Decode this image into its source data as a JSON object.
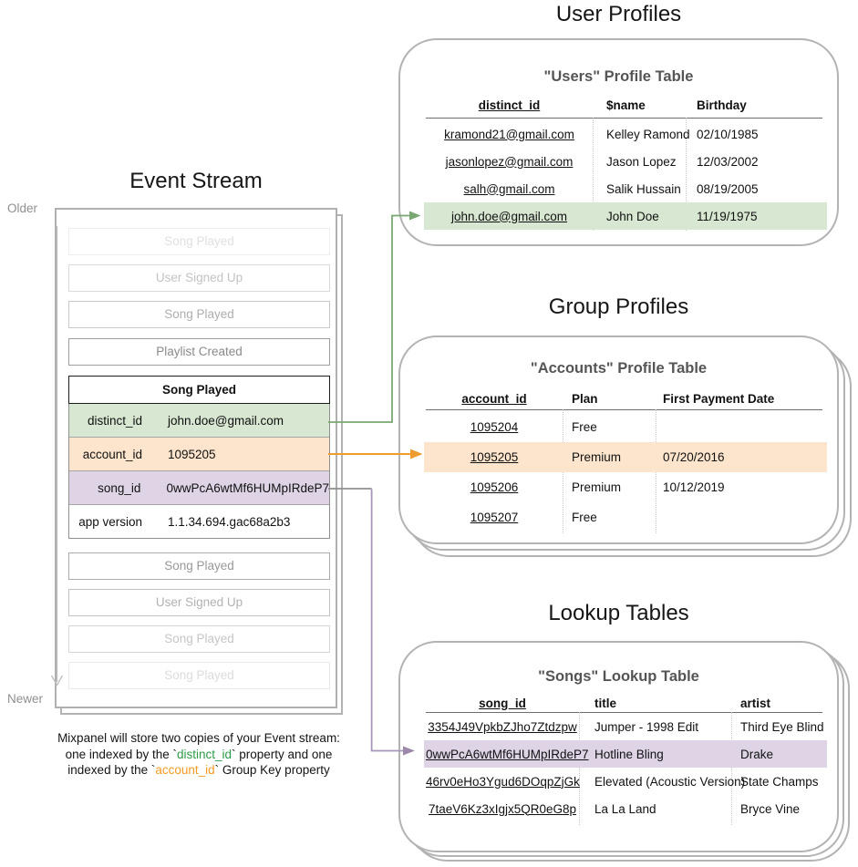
{
  "palette": {
    "green_highlight": "#d7e7d1",
    "orange_highlight": "#fce5cc",
    "purple_highlight": "#ded4e6",
    "green_arrow": "#79a771",
    "orange_arrow": "#ee9b2f",
    "purple_arrow": "#a797b6",
    "gray_line": "#8f8f8f",
    "caption_green": "#2b9b47",
    "caption_orange": "#f59b23",
    "card_border": "#b3b3b3"
  },
  "event_stream": {
    "title": "Event Stream",
    "older_label": "Older",
    "newer_label": "Newer",
    "events_above": [
      "Song Played",
      "User Signed Up",
      "Song Played",
      "Playlist Created"
    ],
    "selected_event": {
      "name": "Song Played",
      "properties": [
        {
          "key": "distinct_id",
          "value": "john.doe@gmail.com"
        },
        {
          "key": "account_id",
          "value": "1095205"
        },
        {
          "key": "song_id",
          "value": "0wwPcA6wtMf6HUMpIRdeP7"
        },
        {
          "key": "app version",
          "value": "1.1.34.694.gac68a2b3"
        }
      ]
    },
    "events_below": [
      "Song Played",
      "User Signed Up",
      "Song Played",
      "Song Played"
    ]
  },
  "caption": {
    "line1": "Mixpanel will store two copies of your Event stream:",
    "line2_pre": "one indexed by the `",
    "line2_code": "distinct_id",
    "line2_post": "` property and one",
    "line3_pre": "indexed by the `",
    "line3_code": "account_id",
    "line3_post": "` Group Key property"
  },
  "user_profiles": {
    "section_title": "User Profiles",
    "table_title": "\"Users\" Profile Table",
    "columns": [
      "distinct_id",
      "$name",
      "Birthday"
    ],
    "rows": [
      [
        "kramond21@gmail.com",
        "Kelley Ramond",
        "02/10/1985"
      ],
      [
        "jasonlopez@gmail.com",
        "Jason Lopez",
        "12/03/2002"
      ],
      [
        "salh@gmail.com",
        "Salik Hussain",
        "08/19/2005"
      ],
      [
        "john.doe@gmail.com",
        "John Doe",
        "11/19/1975"
      ]
    ]
  },
  "group_profiles": {
    "section_title": "Group Profiles",
    "table_title": "\"Accounts\" Profile Table",
    "columns": [
      "account_id",
      "Plan",
      "First Payment Date"
    ],
    "rows": [
      [
        "1095204",
        "Free",
        ""
      ],
      [
        "1095205",
        "Premium",
        "07/20/2016"
      ],
      [
        "1095206",
        "Premium",
        "10/12/2019"
      ],
      [
        "1095207",
        "Free",
        ""
      ]
    ]
  },
  "lookup_tables": {
    "section_title": "Lookup Tables",
    "table_title": "\"Songs\" Lookup Table",
    "columns": [
      "song_id",
      "title",
      "artist"
    ],
    "rows": [
      [
        "3354J49VpkbZJho7Ztdzpw",
        "Jumper - 1998 Edit",
        "Third Eye Blind"
      ],
      [
        "0wwPcA6wtMf6HUMpIRdeP7",
        "Hotline Bling",
        "Drake"
      ],
      [
        "46rv0eHo3Ygud6DOqpZjGk",
        "Elevated (Acoustic Version)",
        "State Champs"
      ],
      [
        "7taeV6Kz3xIgjx5QR0eG8p",
        "La La Land",
        "Bryce Vine"
      ]
    ]
  }
}
